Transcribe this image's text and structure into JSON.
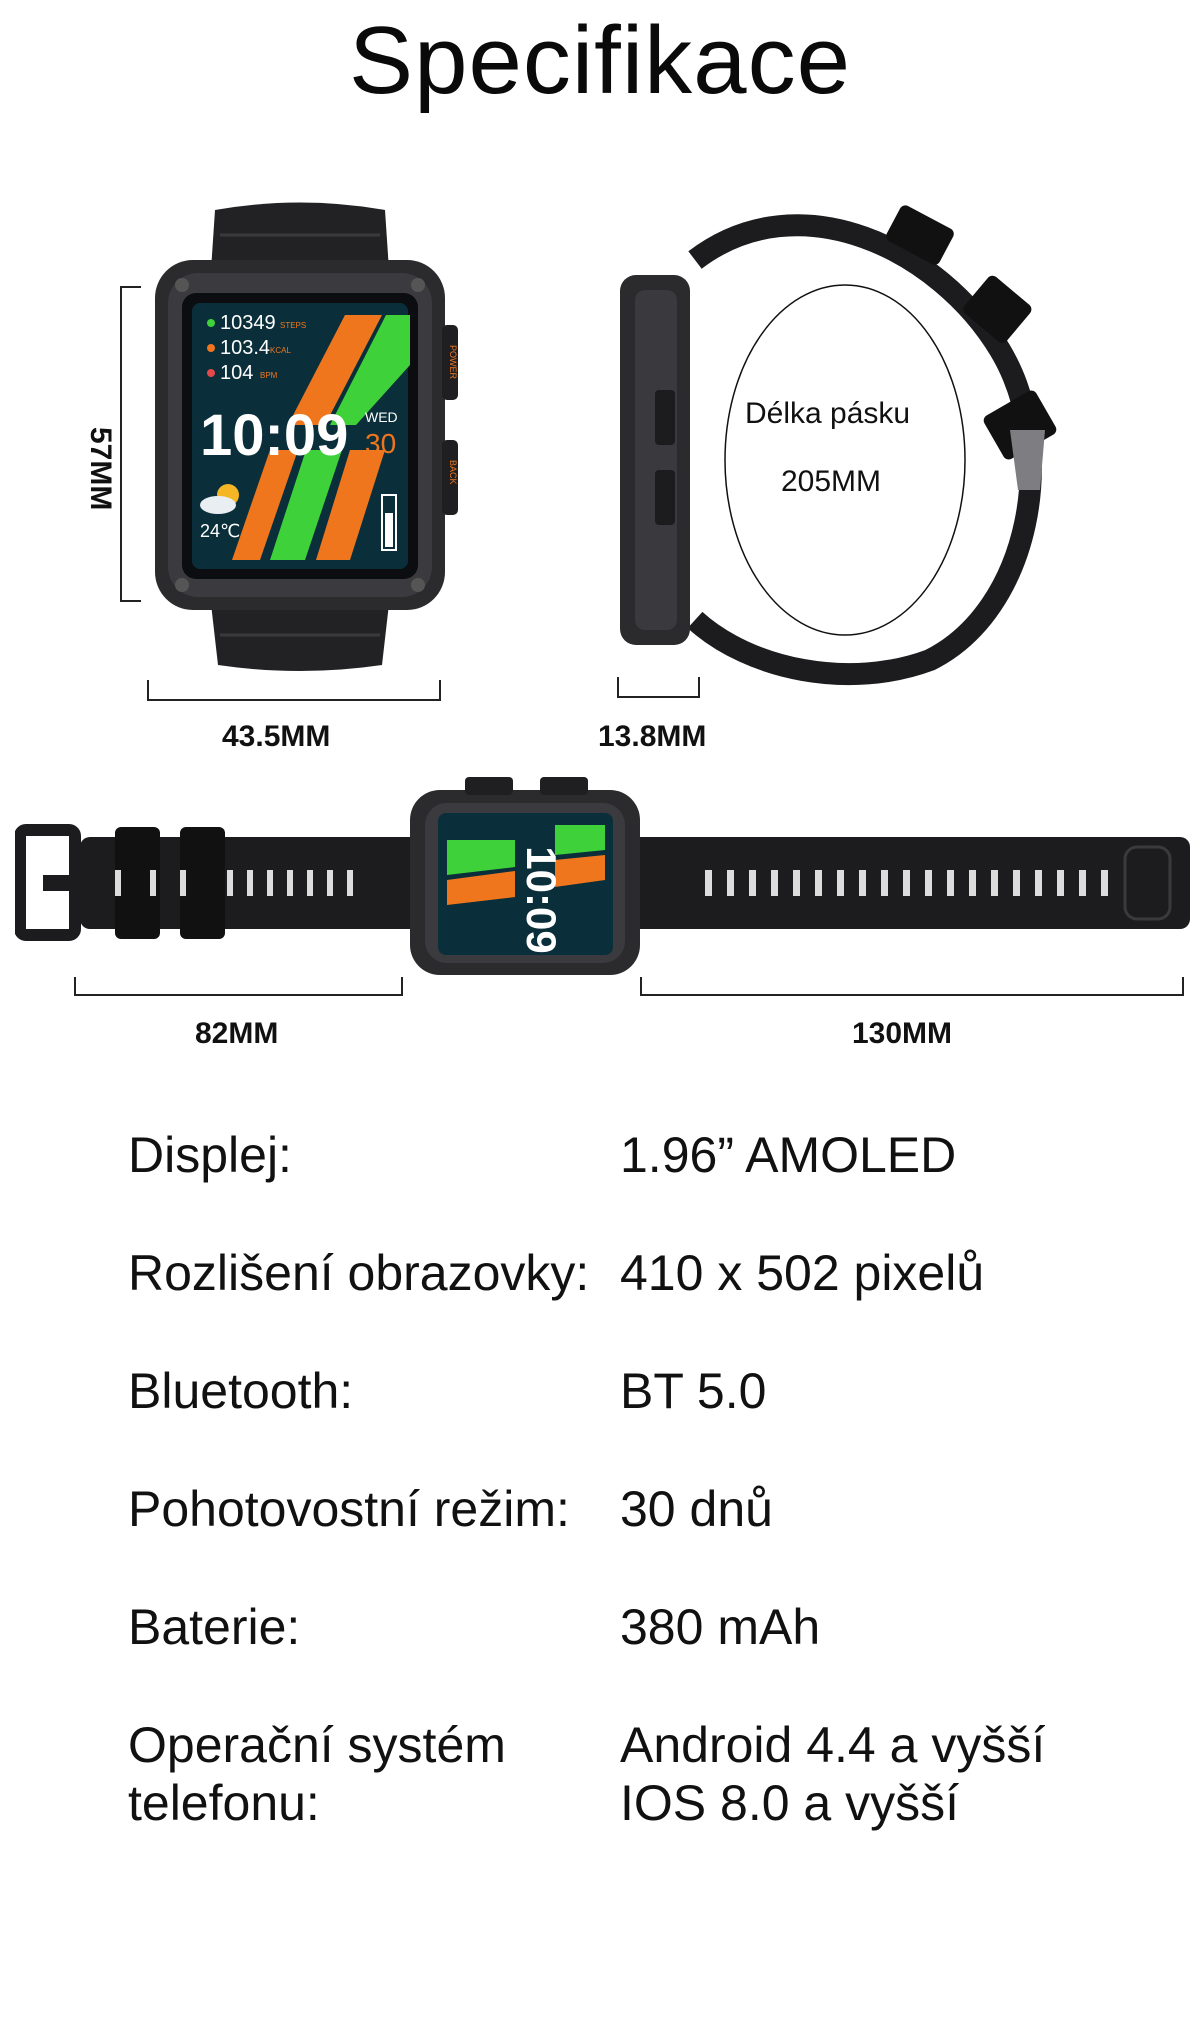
{
  "page": {
    "title": "Specifikace"
  },
  "dimensions": {
    "height": "57MM",
    "width": "43.5MM",
    "thickness": "13.8MM",
    "strap_length_label": "Délka pásku",
    "strap_length_value": "205MM",
    "short_strap": "82MM",
    "long_strap": "130MM"
  },
  "watch_face": {
    "steps": "10349",
    "steps_unit": "STEPS",
    "kcal": "103.4",
    "kcal_unit": "KCAL",
    "bpm": "104",
    "bpm_unit": "BPM",
    "time": "10:09",
    "weekday": "WED",
    "day": "30",
    "temperature": "24℃",
    "button_top": "POWER",
    "button_bottom": "BACK"
  },
  "specs": [
    {
      "label": "Displej:",
      "value": "1.96” AMOLED"
    },
    {
      "label": "Rozlišení obrazovky:",
      "value": "410 x 502 pixelů"
    },
    {
      "label": "Bluetooth:",
      "value": "BT 5.0"
    },
    {
      "label": "Pohotovostní režim:",
      "value": "30 dnů"
    },
    {
      "label": "Baterie:",
      "value": "380 mAh"
    },
    {
      "label": "Operační systém",
      "label2": "telefonu:",
      "value": "Android 4.4 a vyšší",
      "value2": "IOS 8.0 a vyšší"
    }
  ],
  "colors": {
    "orange": "#f0761e",
    "green": "#3fd13a",
    "strap": "#1c1c1e",
    "screen": "#0a2f3a"
  }
}
